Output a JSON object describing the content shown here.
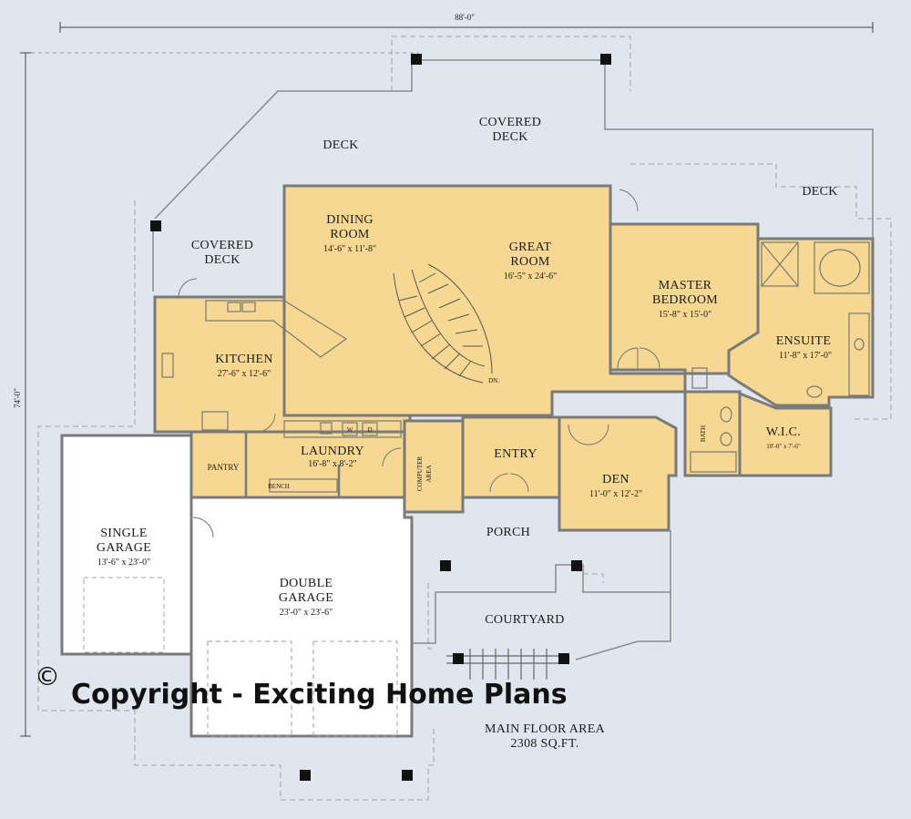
{
  "plan": {
    "dims": {
      "width": "88'-0\"",
      "depth": "74'-0\""
    },
    "outdoor": {
      "deck_left": "DECK",
      "deck_right": "DECK",
      "covered_deck_top_l1": "COVERED",
      "covered_deck_top_l2": "DECK",
      "covered_deck_left_l1": "COVERED",
      "covered_deck_left_l2": "DECK",
      "porch": "PORCH",
      "courtyard": "COURTYARD"
    },
    "rooms": {
      "dining": {
        "l1": "DINING",
        "l2": "ROOM",
        "dim": "14'-6\" x 11'-8\""
      },
      "great": {
        "l1": "GREAT",
        "l2": "ROOM",
        "dim": "16'-5\" x 24'-6\""
      },
      "master": {
        "l1": "MASTER",
        "l2": "BEDROOM",
        "dim": "15'-8\" x 15'-0\""
      },
      "ensuite": {
        "name": "ENSUITE",
        "dim": "11'-8\" x 17'-0\""
      },
      "kitchen": {
        "name": "KITCHEN",
        "dim": "27'-6\" x 12'-6\""
      },
      "laundry": {
        "name": "LAUNDRY",
        "dim": "16'-8\" x 8'-2\""
      },
      "pantry": {
        "name": "PANTRY"
      },
      "bench": {
        "name": "BENCH"
      },
      "computer": {
        "l1": "COMPUTER",
        "l2": "AREA"
      },
      "entry": {
        "name": "ENTRY"
      },
      "den": {
        "name": "DEN",
        "dim": "11'-0\" x 12'-2\""
      },
      "bath": {
        "name": "BATH"
      },
      "wic": {
        "name": "W.I.C.",
        "dim": "10'-0\" x 7'-6\""
      },
      "single_garage": {
        "l1": "SINGLE",
        "l2": "GARAGE",
        "dim": "13'-6\" x 23'-0\""
      },
      "double_garage": {
        "l1": "DOUBLE",
        "l2": "GARAGE",
        "dim": "23'-0\" x 23'-6\""
      }
    },
    "stairs_label": "DN.",
    "appliance_w": "W",
    "appliance_d": "D",
    "area": {
      "l1": "MAIN FLOOR AREA",
      "l2": "2308 SQ.FT."
    },
    "copyright": {
      "symbol": "©",
      "text": "Copyright - Exciting Home Plans"
    }
  },
  "colors": {
    "background": "#dfe6ef",
    "room_fill": "#f6d892",
    "wall": "#8a8a8a",
    "dashed": "#a0a0a0",
    "post": "#111111"
  }
}
